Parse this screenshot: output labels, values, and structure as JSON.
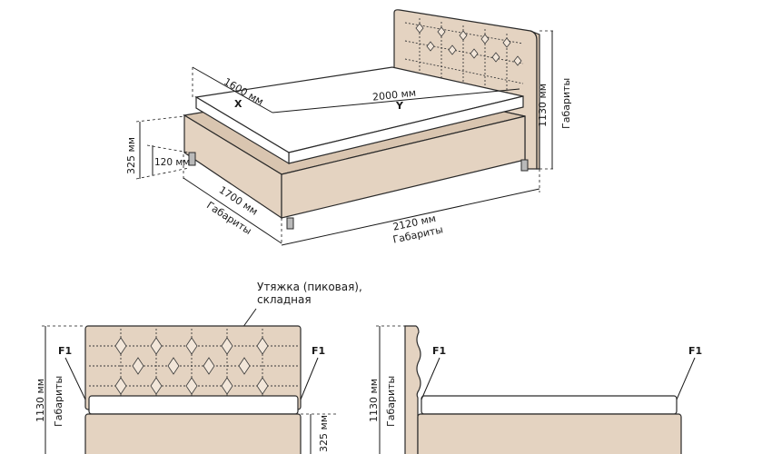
{
  "iso": {
    "width_label": "1600 мм",
    "length_label": "2000 мм",
    "axis_x": "X",
    "axis_y": "Y",
    "height_total_label": "1130 мм",
    "height_total_caption": "Габариты",
    "frame_height_label": "325 мм",
    "leg_height_label": "120 мм",
    "overall_width_label": "1700 мм",
    "overall_width_caption": "Габариты",
    "overall_length_label": "2120 мм",
    "overall_length_caption": "Габариты"
  },
  "front": {
    "callout_line1": "Утяжка (пиковая),",
    "callout_line2": "складная",
    "f1_left": "F1",
    "f1_right": "F1",
    "height_label": "1130 мм",
    "height_caption": "Габариты",
    "frame_label": "325 мм"
  },
  "side": {
    "f1_left": "F1",
    "f1_right": "F1",
    "height_label": "1130 мм",
    "height_caption": "Габариты"
  }
}
